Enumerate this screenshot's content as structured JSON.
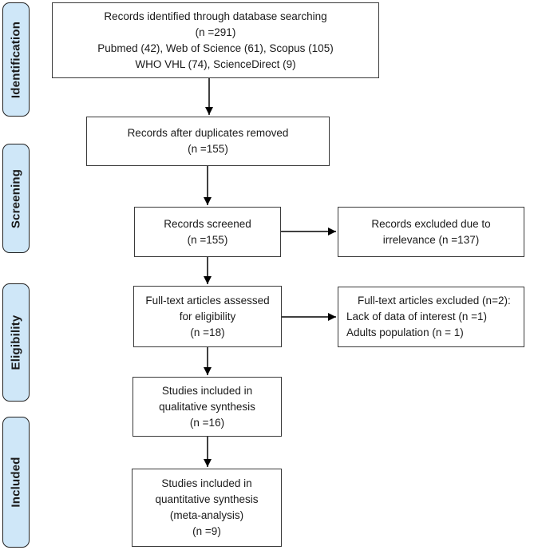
{
  "sidebar": {
    "identification": "Identification",
    "screening": "Screening",
    "eligibility": "Eligibility",
    "included": "Included"
  },
  "flow": {
    "records_identified": {
      "line1": "Records identified through database searching",
      "line2": "(n =291)",
      "line3": "Pubmed (42), Web of Science (61), Scopus (105)",
      "line4": "WHO VHL (74), ScienceDirect (9)"
    },
    "duplicates_removed": {
      "line1": "Records after duplicates removed",
      "line2": "(n =155)"
    },
    "records_screened": {
      "line1": "Records screened",
      "line2": "(n =155)"
    },
    "records_excluded": {
      "line1": "Records excluded due to",
      "line2": "irrelevance (n =137)"
    },
    "fulltext_assessed": {
      "line1": "Full-text articles assessed",
      "line2": "for eligibility",
      "line3": "(n =18)"
    },
    "fulltext_excluded": {
      "line1": "Full-text articles excluded (n=2):",
      "line2": "Lack of data of interest (n =1)",
      "line3": "Adults population (n = 1)"
    },
    "qualitative_synthesis": {
      "line1": "Studies included in",
      "line2": "qualitative synthesis",
      "line3": "(n =16)"
    },
    "quantitative_synthesis": {
      "line1": "Studies included in",
      "line2": "quantitative synthesis",
      "line3": "(meta-analysis)",
      "line4": "(n =9)"
    }
  },
  "colors": {
    "stage_fill": "#cfe7f8",
    "box_border": "#3a3a3a",
    "arrow": "#000000"
  }
}
